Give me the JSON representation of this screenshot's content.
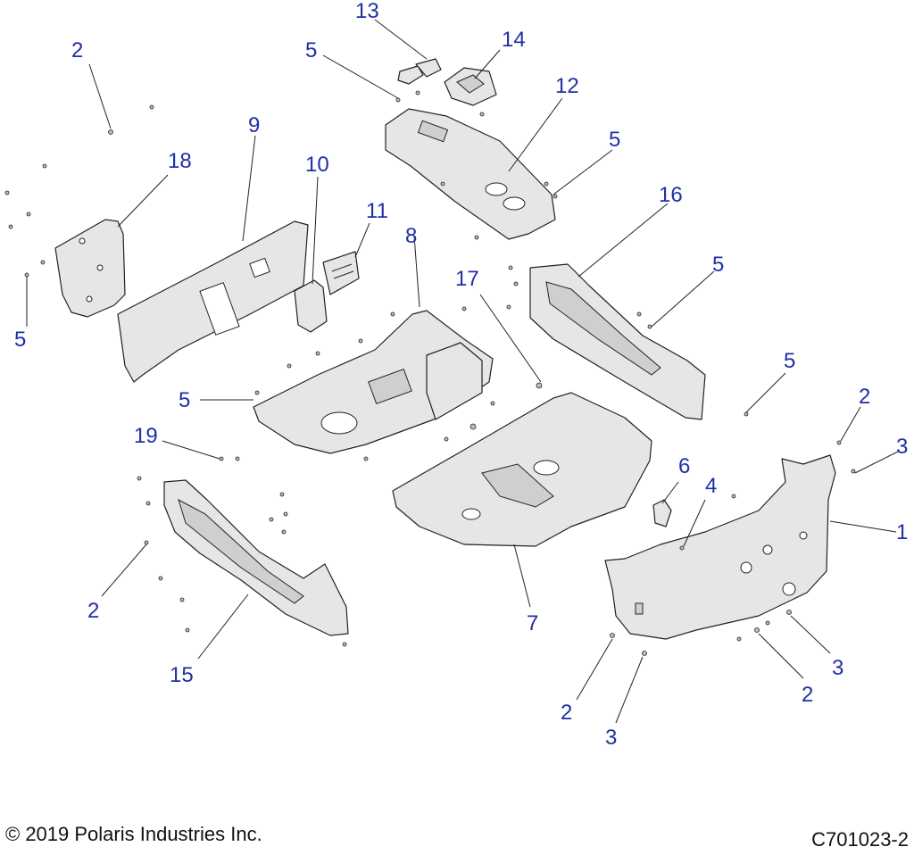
{
  "callouts": [
    {
      "id": "c1",
      "text": "2"
    },
    {
      "id": "c2",
      "text": "13"
    },
    {
      "id": "c3",
      "text": "14"
    },
    {
      "id": "c4",
      "text": "5"
    },
    {
      "id": "c5",
      "text": "12"
    },
    {
      "id": "c6",
      "text": "9"
    },
    {
      "id": "c7",
      "text": "18"
    },
    {
      "id": "c8",
      "text": "10"
    },
    {
      "id": "c9",
      "text": "5"
    },
    {
      "id": "c10",
      "text": "11"
    },
    {
      "id": "c11",
      "text": "16"
    },
    {
      "id": "c12",
      "text": "8"
    },
    {
      "id": "c13",
      "text": "17"
    },
    {
      "id": "c14",
      "text": "5"
    },
    {
      "id": "c15",
      "text": "5"
    },
    {
      "id": "c16",
      "text": "5"
    },
    {
      "id": "c17",
      "text": "5"
    },
    {
      "id": "c18",
      "text": "2"
    },
    {
      "id": "c19",
      "text": "3"
    },
    {
      "id": "c20",
      "text": "19"
    },
    {
      "id": "c21",
      "text": "6"
    },
    {
      "id": "c22",
      "text": "4"
    },
    {
      "id": "c23",
      "text": "1"
    },
    {
      "id": "c24",
      "text": "2"
    },
    {
      "id": "c25",
      "text": "7"
    },
    {
      "id": "c26",
      "text": "15"
    },
    {
      "id": "c27",
      "text": "3"
    },
    {
      "id": "c28",
      "text": "2"
    },
    {
      "id": "c29",
      "text": "2"
    },
    {
      "id": "c30",
      "text": "3"
    }
  ],
  "footer": {
    "copyright": "© 2019 Polaris Industries Inc.",
    "drawing_id": "C701023-2"
  }
}
